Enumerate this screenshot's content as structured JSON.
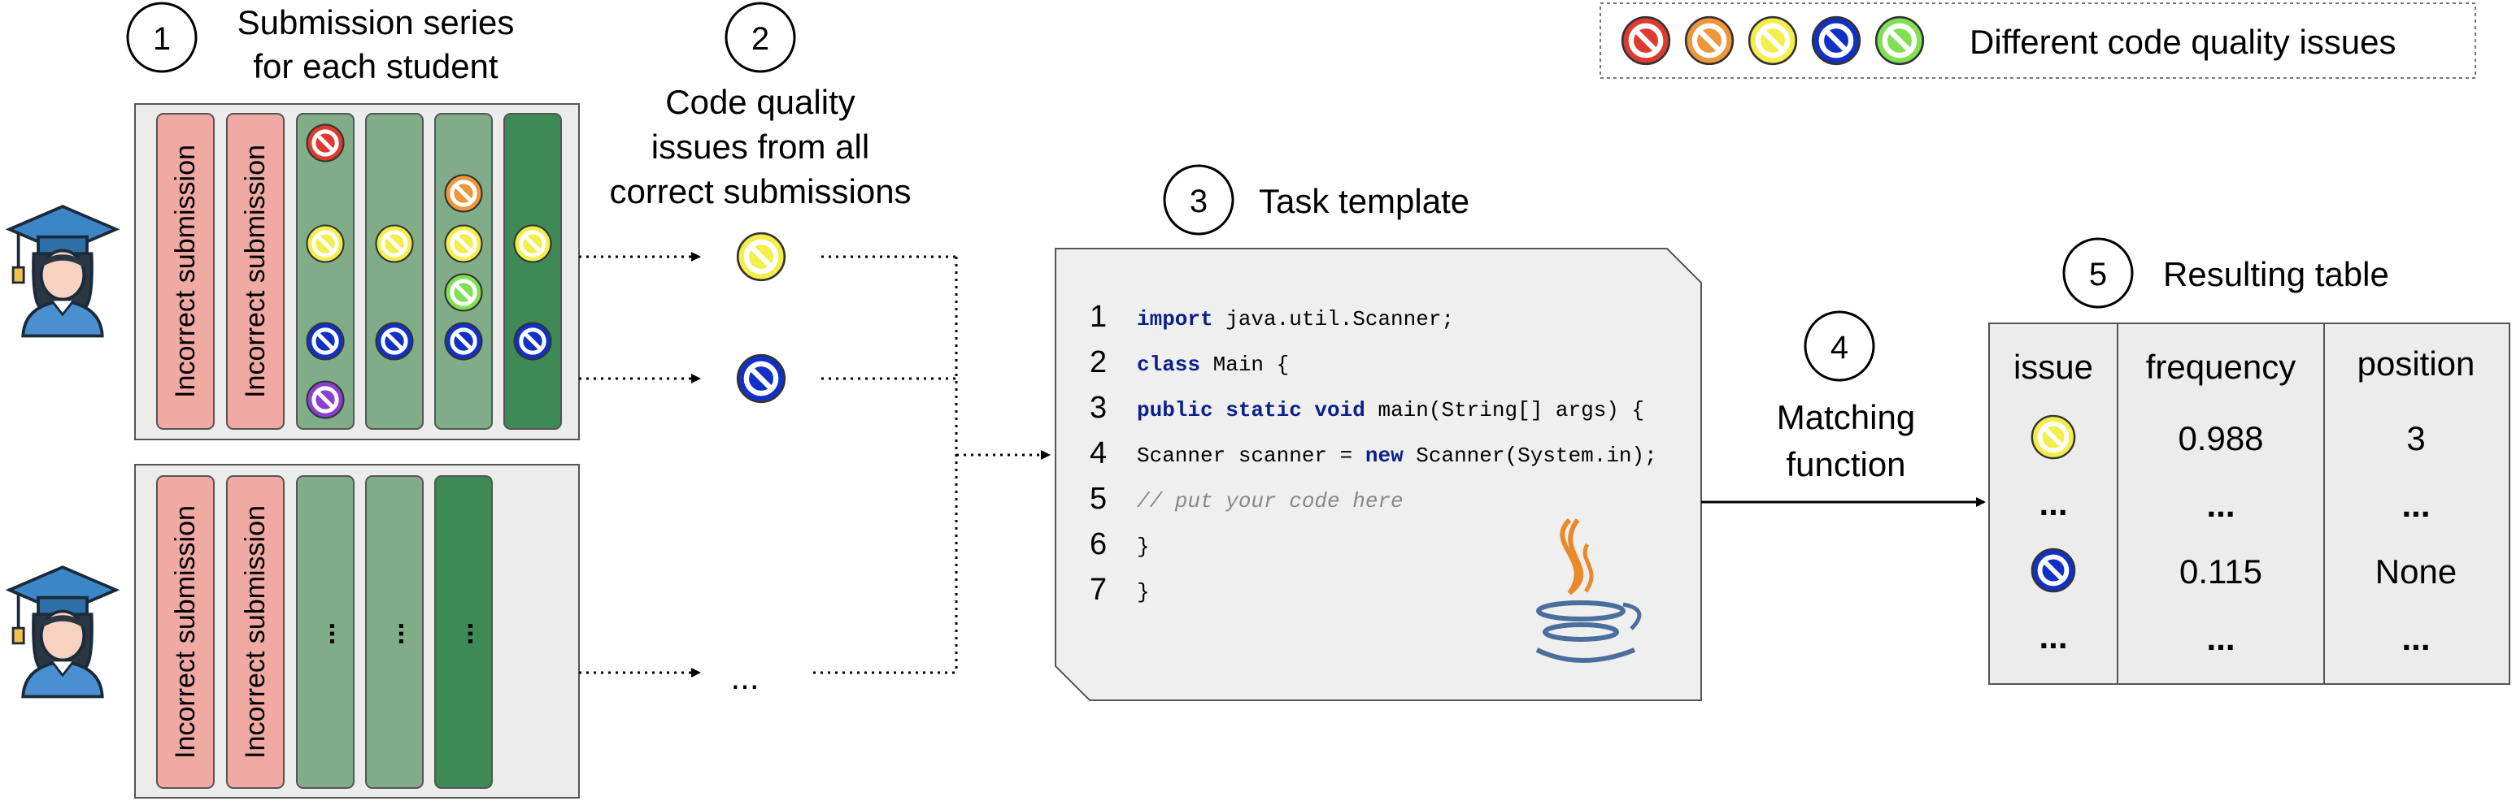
{
  "legend": {
    "label": "Different code quality issues",
    "colors": [
      "#e03a2f",
      "#f0953a",
      "#f4ee4a",
      "#1030c8",
      "#7ee052"
    ]
  },
  "step1": {
    "num": "1",
    "title_line1": "Submission series",
    "title_line2": "for each student"
  },
  "step2": {
    "num": "2",
    "title_line1": "Code quality",
    "title_line2": "issues from all",
    "title_line3": "correct submissions"
  },
  "step3": {
    "num": "3",
    "title": "Task template"
  },
  "step4": {
    "num": "4",
    "title_line1": "Matching",
    "title_line2": "function"
  },
  "step5": {
    "num": "5",
    "title": "Resulting table"
  },
  "submissions": {
    "incorrect_label": "Incorrect submission",
    "ellipsis": "...",
    "issue_ellipsis": "...",
    "colors": {
      "incorrect": "#f0a9a3",
      "correct": "#80ad88",
      "final": "#3d8a57",
      "panel": "#ececec"
    }
  },
  "template": {
    "lines": [
      {
        "n": "1",
        "kw": "import",
        "rest": " java.util.Scanner;"
      },
      {
        "n": "2",
        "kw": "class",
        "rest": " Main {"
      },
      {
        "n": "3",
        "kw": "public static void",
        "rest": " main(String[] args) {"
      },
      {
        "n": "4",
        "pre": "Scanner scanner = ",
        "kw": "new",
        "rest": " Scanner(System.in);"
      },
      {
        "n": "5",
        "comment": "// put your code here"
      },
      {
        "n": "6",
        "rest": "}"
      },
      {
        "n": "7",
        "rest": "}"
      }
    ],
    "logo": "java-icon"
  },
  "table": {
    "headers": [
      "issue",
      "frequency",
      "position"
    ],
    "rows": [
      {
        "issue_color": "#f4ee4a",
        "frequency": "0.988",
        "position": "3"
      },
      {
        "issue_color": "",
        "frequency": "...",
        "position": "..."
      },
      {
        "issue_color": "#1030c8",
        "frequency": "0.115",
        "position": "None"
      },
      {
        "issue_color": "",
        "frequency": "...",
        "position": "..."
      }
    ],
    "row_ellipsis": "..."
  }
}
